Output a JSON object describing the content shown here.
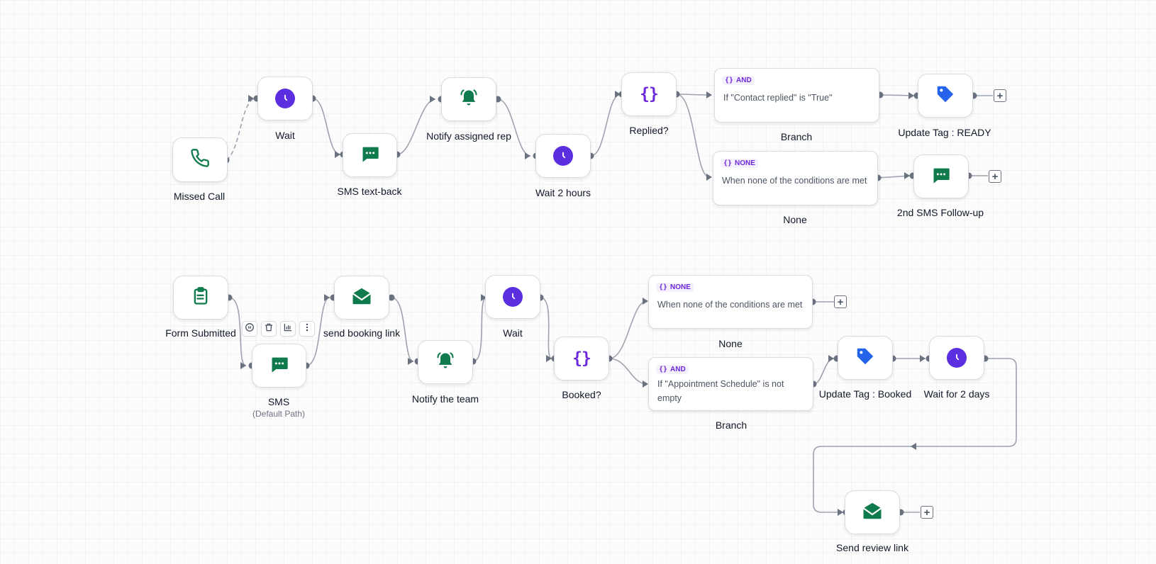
{
  "colors": {
    "edge": "#9ca3af",
    "port": "#6b7280",
    "green_icon": "#0f7a4b",
    "purple_icon": "#5b2ee0",
    "blue_tag": "#2563eb"
  },
  "flow1": {
    "missed_call": {
      "label": "Missed Call",
      "icon": "phone-icon"
    },
    "wait": {
      "label": "Wait",
      "icon": "clock-icon"
    },
    "sms_textback": {
      "label": "SMS text-back",
      "icon": "message-icon"
    },
    "notify_rep": {
      "label": "Notify assigned rep",
      "icon": "bell-icon"
    },
    "wait_2h": {
      "label": "Wait 2 hours",
      "icon": "clock-icon"
    },
    "replied": {
      "label": "Replied?",
      "icon": "braces-icon"
    },
    "branch_and": {
      "badge": "AND",
      "condition": "If \"Contact replied\" is \"True\"",
      "label": "Branch"
    },
    "branch_none": {
      "badge": "NONE",
      "condition": "When none of the conditions are met",
      "label": "None"
    },
    "update_tag_ready": {
      "label": "Update Tag : READY",
      "icon": "tag-icon"
    },
    "sms_followup": {
      "label": "2nd SMS Follow-up",
      "icon": "message-icon"
    }
  },
  "flow2": {
    "form_submitted": {
      "label": "Form Submitted",
      "icon": "clipboard-icon"
    },
    "sms": {
      "label": "SMS",
      "sublabel": "(Default Path)",
      "icon": "message-icon"
    },
    "send_booking": {
      "label": "send booking link",
      "icon": "mail-icon"
    },
    "notify_team": {
      "label": "Notify the team",
      "icon": "bell-icon"
    },
    "wait": {
      "label": "Wait",
      "icon": "clock-icon"
    },
    "booked": {
      "label": "Booked?",
      "icon": "braces-icon"
    },
    "branch_none": {
      "badge": "NONE",
      "condition": "When none of the conditions are met",
      "label": "None"
    },
    "branch_and": {
      "badge": "AND",
      "condition": "If \"Appointment Schedule\" is not empty",
      "label": "Branch"
    },
    "update_tag_booked": {
      "label": "Update Tag : Booked",
      "icon": "tag-icon"
    },
    "wait_2d": {
      "label": "Wait for 2 days",
      "icon": "clock-icon"
    },
    "send_review": {
      "label": "Send review link",
      "icon": "mail-icon"
    }
  },
  "toolbar": {
    "items": [
      "pause-icon",
      "trash-icon",
      "stats-icon",
      "more-icon"
    ]
  }
}
